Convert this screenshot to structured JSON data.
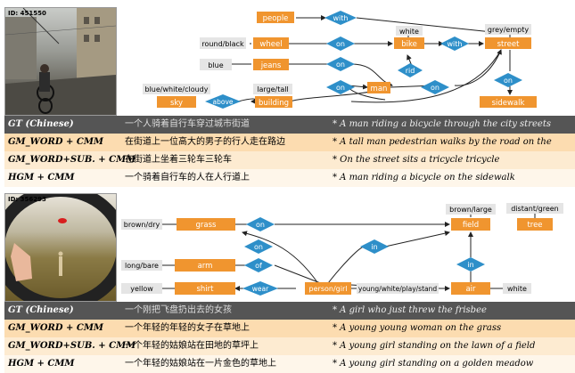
{
  "colors": {
    "node_orange": "#f0952f",
    "attr_gray": "#e5e5e5",
    "rel_blue": "#2e8fc9",
    "gt_bg": "#555555"
  },
  "headers": {
    "gt": "GT (Chinese)"
  },
  "figures": [
    {
      "image_id": "ID: 451550",
      "nodes": {
        "people": "people",
        "with_top": "with",
        "round_black": "round/black",
        "wheel": "wheel",
        "on1": "on",
        "white": "white",
        "bike": "bike",
        "with2": "with",
        "grey_empty": "grey/empty",
        "street": "street",
        "blue": "blue",
        "jeans": "jeans",
        "on2": "on",
        "rid": "rid",
        "blue_white": "blue/white/cloudy",
        "large_tall": "large/tall",
        "sky": "sky",
        "above": "above",
        "building": "building",
        "on3": "on",
        "man": "man",
        "on4": "on",
        "on5": "on",
        "sidewalk": "sidewalk"
      },
      "rows": [
        {
          "label": "GT (Chinese)",
          "zh": "一个人骑着自行车穿过城市街道",
          "en": "* A man riding a bicycle through the city streets"
        },
        {
          "label": "GM_WORD + CMM",
          "zh": "在街道上一位高大的男子的行人走在路边",
          "en": "* A tall man pedestrian walks by the road on the street"
        },
        {
          "label": "GM_WORD+SUB. + CMM",
          "zh": "在街道上坐着三轮车三轮车",
          "en": "* On the street sits a tricycle tricycle"
        },
        {
          "label": "HGM + CMM",
          "zh": "一个骑着自行车的人在人行道上",
          "en": "* A man riding a bicycle on the sidewalk"
        }
      ]
    },
    {
      "image_id": "ID: 356293",
      "nodes": {
        "brown_dry": "brown/dry",
        "grass": "grass",
        "on1": "on",
        "brown_large": "brown/large",
        "field": "field",
        "distant_green": "distant/green",
        "tree": "tree",
        "on2": "on",
        "in1": "in",
        "long_bare": "long/bare",
        "arm": "arm",
        "of": "of",
        "in2": "in",
        "yellow": "yellow",
        "shirt": "shirt",
        "wear": "wear",
        "person_girl": "person/girl",
        "young": "young/white/play/stand",
        "air": "air",
        "white": "white"
      },
      "rows": [
        {
          "label": "GT (Chinese)",
          "zh": "一个刚把飞盘扔出去的女孩",
          "en": "* A girl who just threw the frisbee"
        },
        {
          "label": "GM_WORD + CMM",
          "zh": "一个年轻的年轻的女子在草地上",
          "en": "* A young young woman on the grass"
        },
        {
          "label": "GM_WORD+SUB. + CMM",
          "zh": "一个年轻的姑娘站在田地的草坪上",
          "en": "* A young girl standing on the lawn of a field"
        },
        {
          "label": "HGM + CMM",
          "zh": "一个年轻的姑娘站在一片金色的草地上",
          "en": "* A young girl standing on a golden meadow"
        }
      ]
    }
  ]
}
